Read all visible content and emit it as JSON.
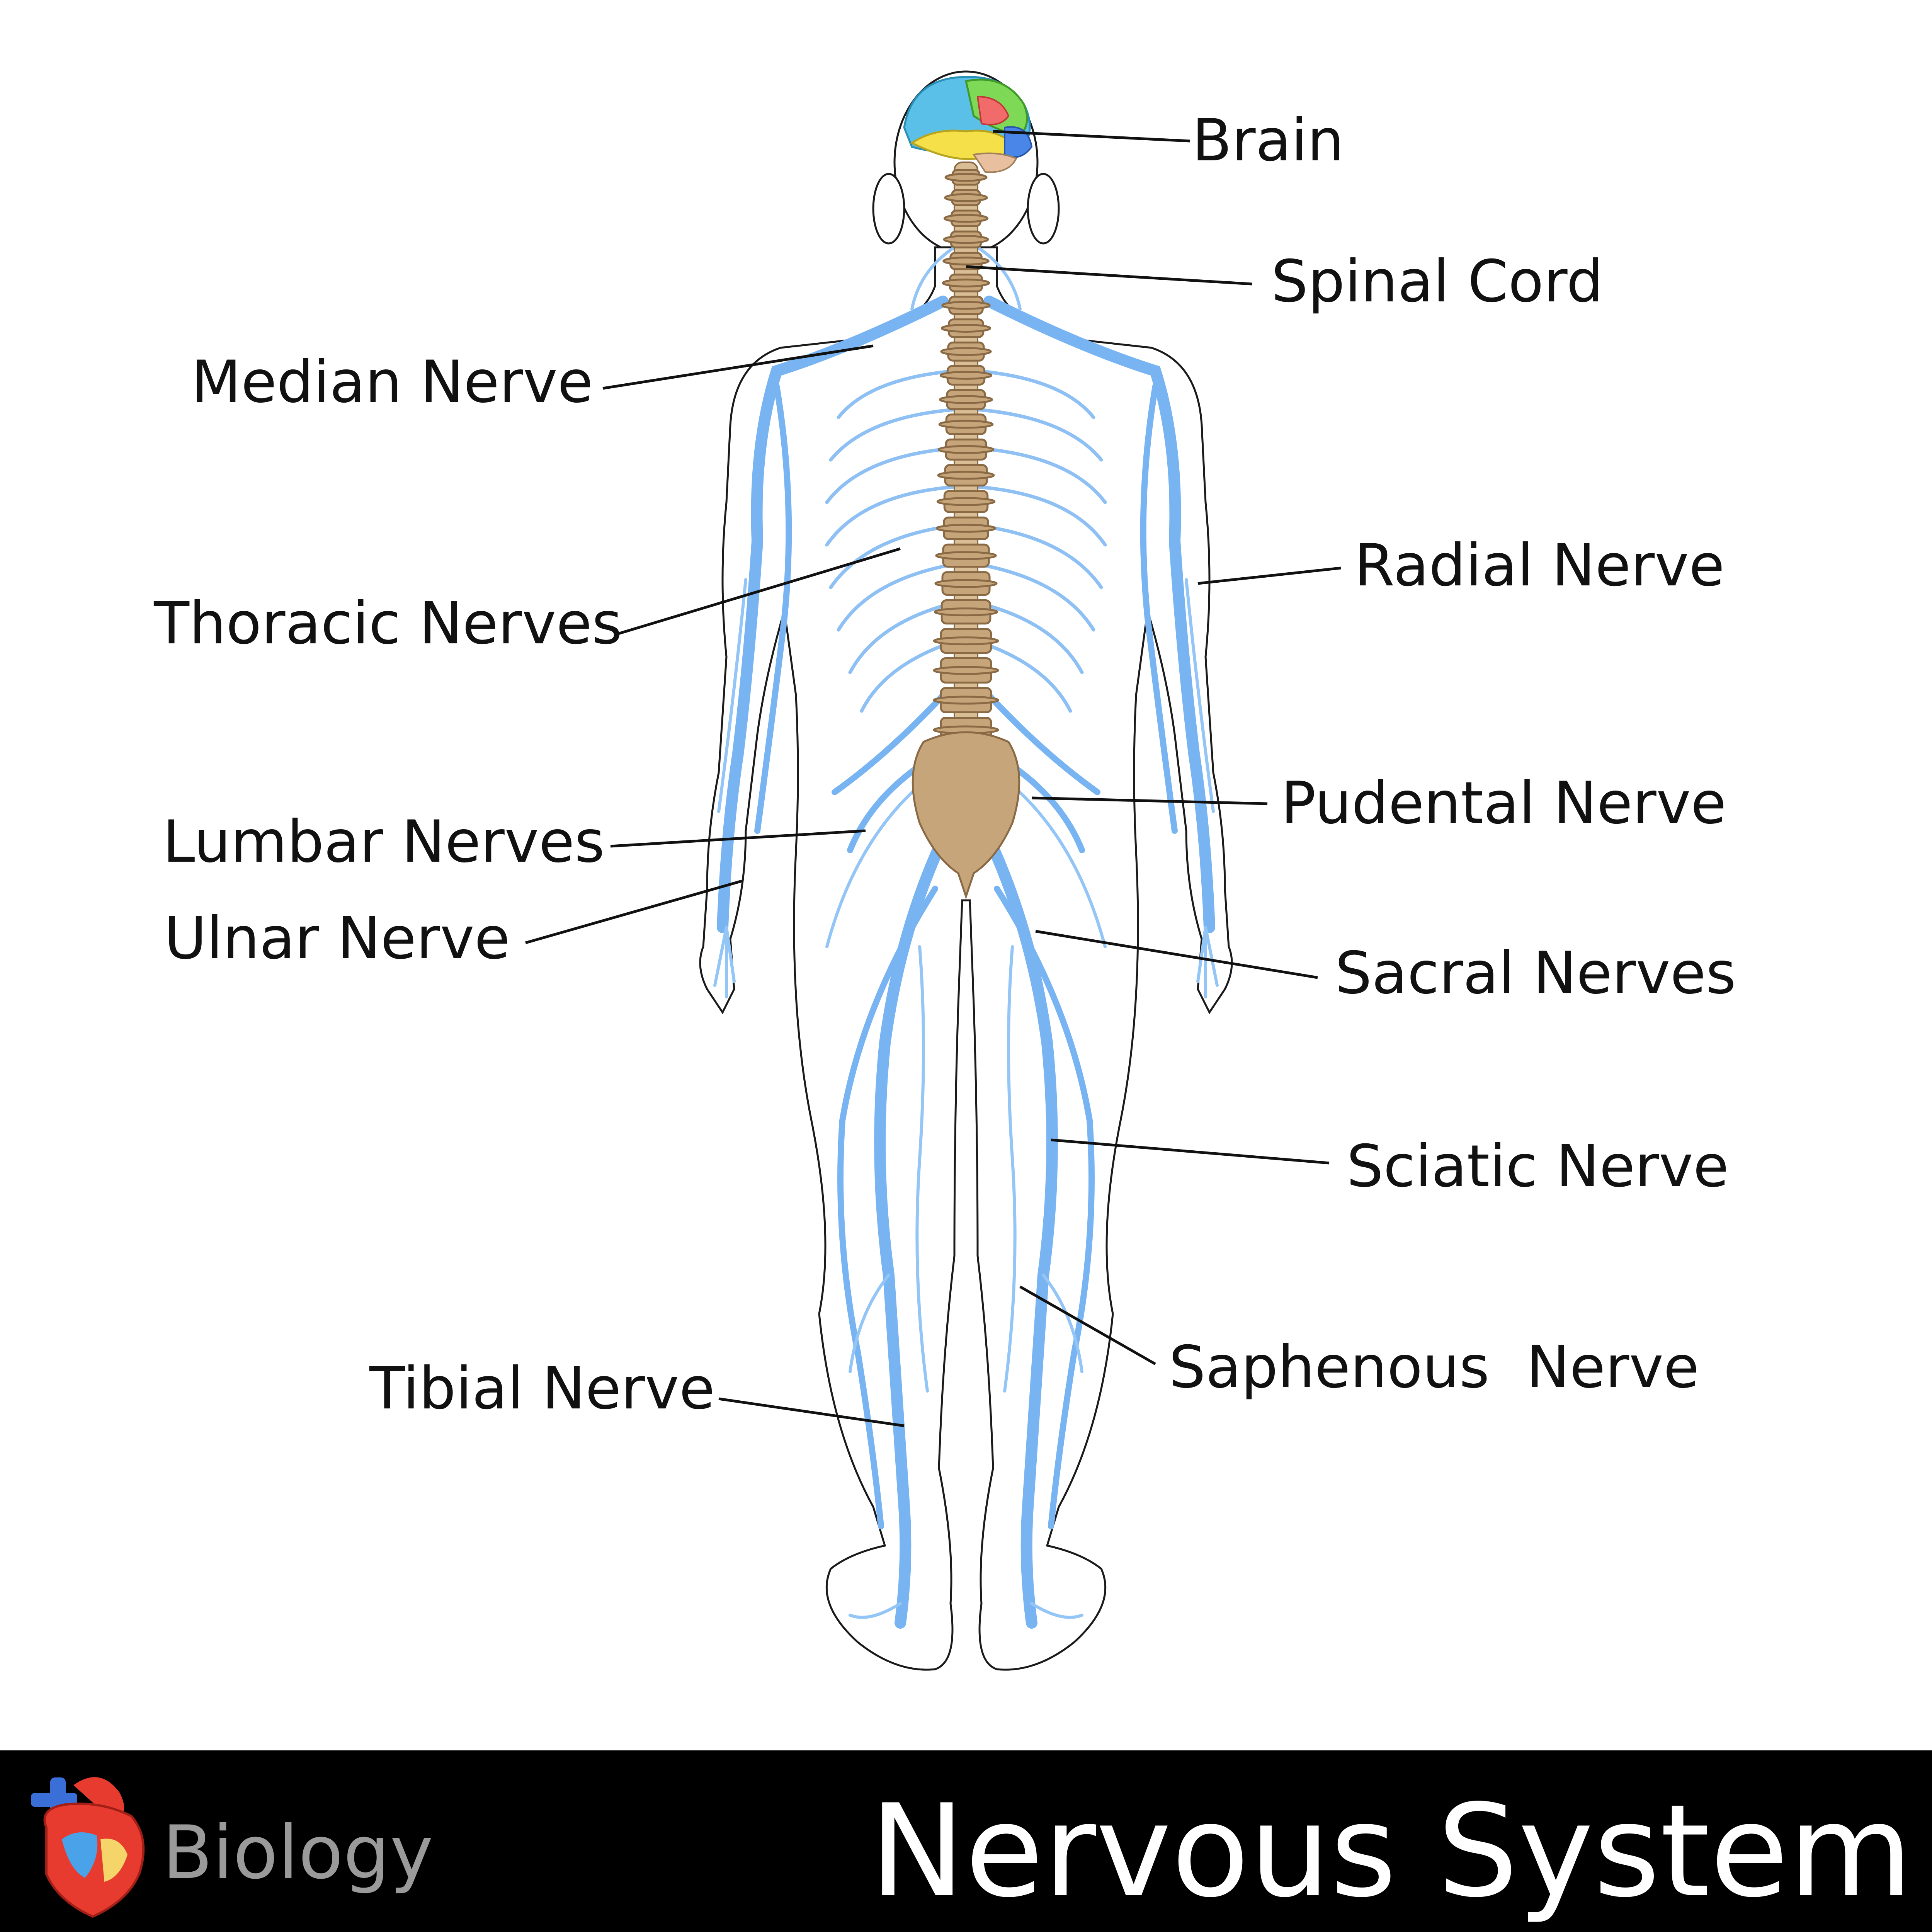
{
  "labels": {
    "brain": "Brain",
    "spinal_cord": "Spinal Cord",
    "median_nerve": "Median Nerve",
    "radial_nerve": "Radial Nerve",
    "thoracic_nerves": "Thoracic Nerves",
    "pudental_nerve": "Pudental Nerve",
    "lumbar_nerves": "Lumbar Nerves",
    "ulnar_nerve": "Ulnar Nerve",
    "sacral_nerves": "Sacral Nerves",
    "sciatic_nerve": "Sciatic Nerve",
    "tibial_nerve": "Tibial Nerve",
    "saphenous_nerve": "Saphenous  Nerve"
  },
  "footer": {
    "subject": "Biology",
    "title": "Nervous System"
  },
  "colors": {
    "nerve": "#78b4f2",
    "spine": "#c7a57a",
    "footer_background": "#000000",
    "footer_title": "#ffffff",
    "footer_subject": "#9a9a9a"
  },
  "icons": {
    "footer_logo": "heart-icon"
  }
}
